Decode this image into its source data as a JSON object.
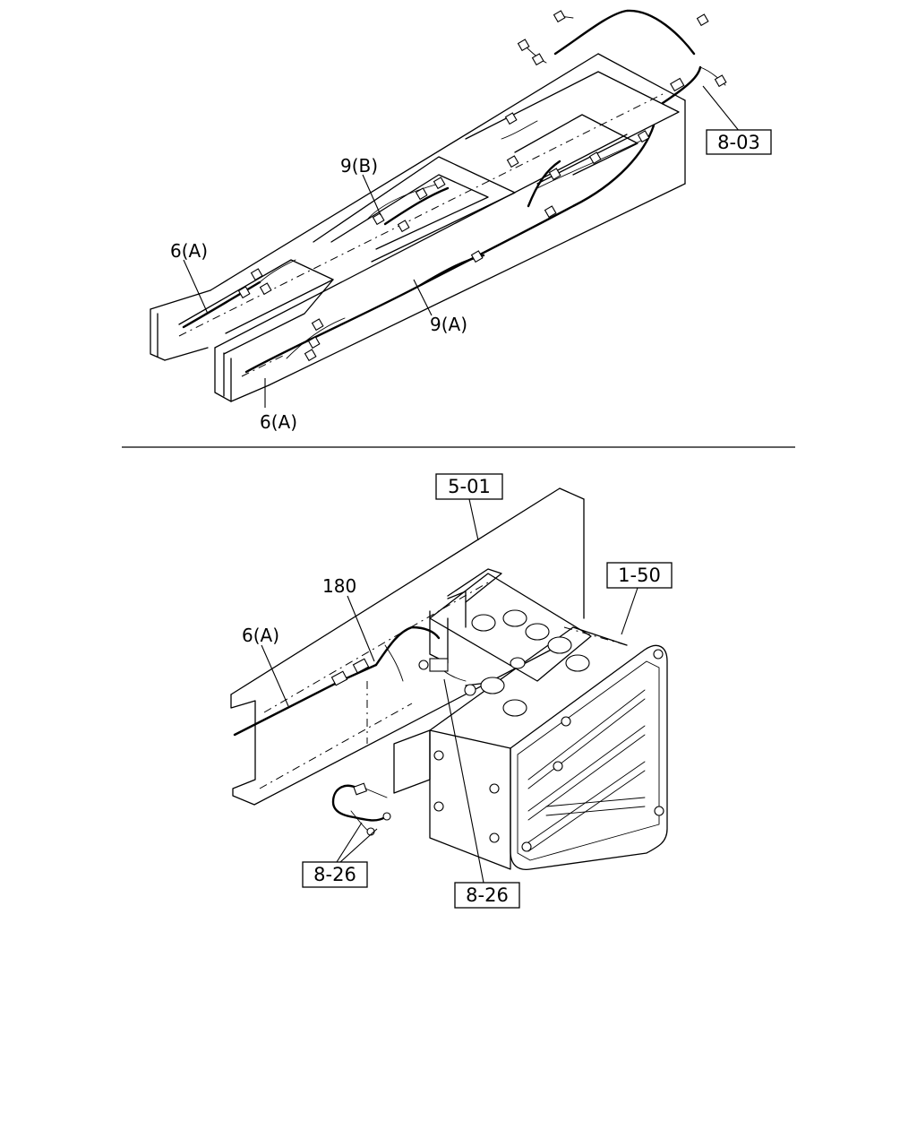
{
  "top_view": {
    "callout_box": "8-03",
    "labels": {
      "harness_9b": "9(B)",
      "harness_9a": "9(A)",
      "harness_6a_upper": "6(A)",
      "harness_6a_lower": "6(A)"
    }
  },
  "bottom_view": {
    "callout_boxes": {
      "frame": "5-01",
      "carrier": "1-50",
      "sensor_left": "8-26",
      "sensor_right": "8-26"
    },
    "labels": {
      "part_180": "180",
      "harness_6a": "6(A)"
    }
  }
}
